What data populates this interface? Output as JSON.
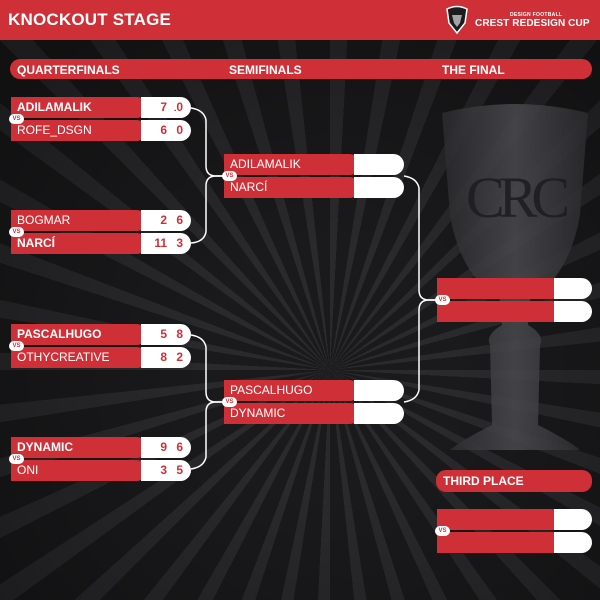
{
  "header": {
    "title": "KNOCKOUT STAGE",
    "logo_small": "DESIGN FOOTBALL",
    "logo_main": "CREST REDESIGN CUP"
  },
  "rounds": {
    "quarterfinals": "QUARTERFINALS",
    "semifinals": "SEMIFINALS",
    "final": "THE FINAL",
    "third_place": "THIRD PLACE"
  },
  "vs": "VS",
  "quarterfinals": [
    {
      "team1": "ADILAMALIK",
      "s1a": "7",
      "s1b": "10",
      "team2": "ROFE_DSGN",
      "s2a": "6",
      "s2b": "0"
    },
    {
      "team1": "BOGMAR",
      "s1a": "2",
      "s1b": "6",
      "team2": "NARCÍ",
      "s2a": "11",
      "s2b": "3"
    },
    {
      "team1": "PASCALHUGO",
      "s1a": "5",
      "s1b": "8",
      "team2": "OTHYCREATIVE",
      "s2a": "8",
      "s2b": "2"
    },
    {
      "team1": "DYNAMIC",
      "s1a": "9",
      "s1b": "6",
      "team2": "ONI",
      "s2a": "3",
      "s2b": "5"
    }
  ],
  "semifinals": [
    {
      "team1": "ADILAMALIK",
      "s1a": "",
      "s1b": "",
      "team2": "NARCÍ",
      "s2a": "",
      "s2b": ""
    },
    {
      "team1": "PASCALHUGO",
      "s1a": "",
      "s1b": "",
      "team2": "DYNAMIC",
      "s2a": "",
      "s2b": ""
    }
  ],
  "final": {
    "team1": "",
    "s1a": "",
    "s1b": "",
    "team2": "",
    "s2a": "",
    "s2b": ""
  },
  "third_place_match": {
    "team1": "",
    "s1a": "",
    "s1b": "",
    "team2": "",
    "s2a": "",
    "s2b": ""
  },
  "trophy_monogram": "CRC",
  "colors": {
    "accent": "#cf3037",
    "background": "#1c1c1e",
    "score_bg": "#ffffff"
  }
}
